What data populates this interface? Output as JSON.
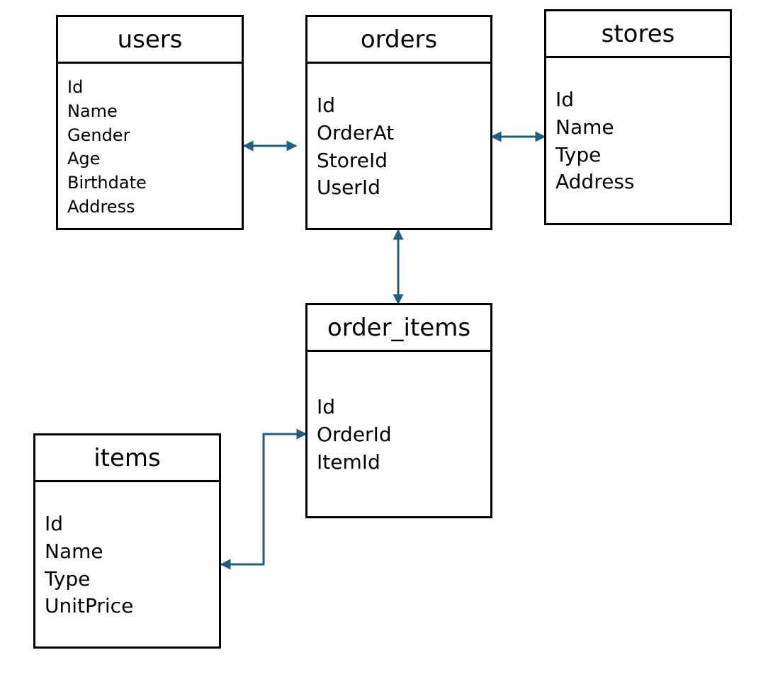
{
  "entities": {
    "users": {
      "title": "users",
      "fields": [
        "Id",
        "Name",
        "Gender",
        "Age",
        "Birthdate",
        "Address"
      ]
    },
    "orders": {
      "title": "orders",
      "fields": [
        "Id",
        "OrderAt",
        "StoreId",
        "UserId"
      ]
    },
    "stores": {
      "title": "stores",
      "fields": [
        "Id",
        "Name",
        "Type",
        "Address"
      ]
    },
    "order_items": {
      "title": "order_items",
      "fields": [
        "Id",
        "OrderId",
        "ItemId"
      ]
    },
    "items": {
      "title": "items",
      "fields": [
        "Id",
        "Name",
        "Type",
        "UnitPrice"
      ]
    }
  },
  "relationships": [
    {
      "from": "users",
      "to": "orders"
    },
    {
      "from": "orders",
      "to": "stores"
    },
    {
      "from": "orders",
      "to": "order_items"
    },
    {
      "from": "order_items",
      "to": "items"
    }
  ],
  "colors": {
    "connector": "#1f5f7f",
    "border": "#000000"
  }
}
